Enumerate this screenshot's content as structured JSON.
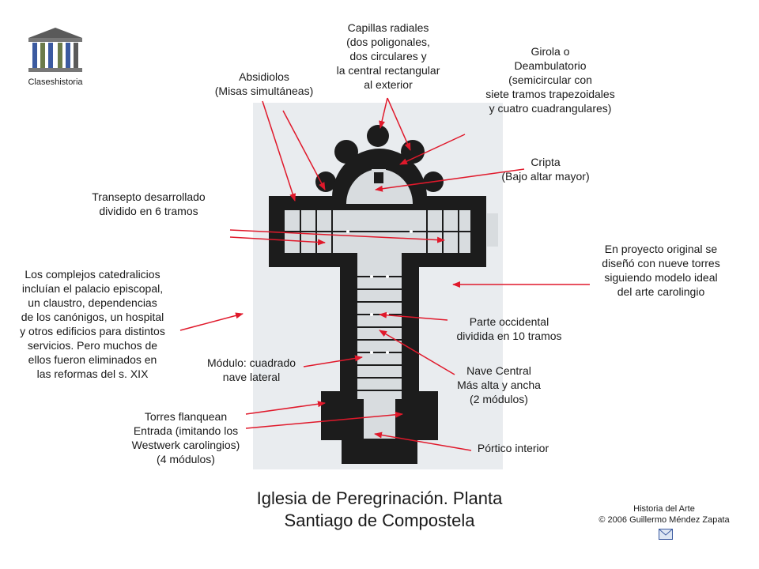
{
  "logo": {
    "text": "Claseshistoria",
    "icon": "greek-temple-icon"
  },
  "credit": {
    "line1": "Historia del Arte",
    "line2": "© 2006 Guillermo Méndez Zapata"
  },
  "mail_icon": "envelope-icon",
  "title": {
    "line1": "Iglesia de Peregrinación. Planta",
    "line2": "Santiago de Compostela"
  },
  "labels": {
    "capillas": [
      "Capillas radiales",
      "(dos poligonales,",
      "dos circulares y",
      "la central rectangular",
      "al exterior"
    ],
    "girola": [
      "Girola o",
      "Deambulatorio",
      "(semicircular con",
      "siete tramos trapezoidales",
      "y cuatro cuadrangulares)"
    ],
    "absidiolos": [
      "Absidiolos",
      "(Misas simultáneas)"
    ],
    "cripta": [
      "Cripta",
      "(Bajo altar mayor)"
    ],
    "transepto": [
      "Transepto desarrollado",
      "dividido en 6 tramos"
    ],
    "proyecto": [
      "En proyecto original se",
      "diseñó con nueve torres",
      "siguiendo modelo ideal",
      "del arte carolingio"
    ],
    "complejos": [
      "Los complejos catedralicios",
      "incluían el palacio episcopal,",
      "un claustro, dependencias",
      "de los canónigos, un hospital",
      "y otros edificios para distintos",
      "servicios. Pero muchos de",
      "ellos fueron eliminados en",
      "las reformas del s. XIX"
    ],
    "occidental": [
      "Parte occidental",
      "dividida en 10 tramos"
    ],
    "modulo": [
      "Módulo: cuadrado",
      "nave lateral"
    ],
    "nave": [
      "Nave Central",
      "Más alta y ancha",
      "(2 módulos)"
    ],
    "torres": [
      "Torres flanquean",
      "Entrada (imitando los",
      "Westwerk carolingios)",
      "(4 módulos)"
    ],
    "portico": [
      "Pórtico interior"
    ]
  },
  "colors": {
    "arrow": "#e0192b",
    "plan_paper": "#e9ecef",
    "plan_ink": "#1c1c1c",
    "logo_blue": "#3b5aa0"
  }
}
